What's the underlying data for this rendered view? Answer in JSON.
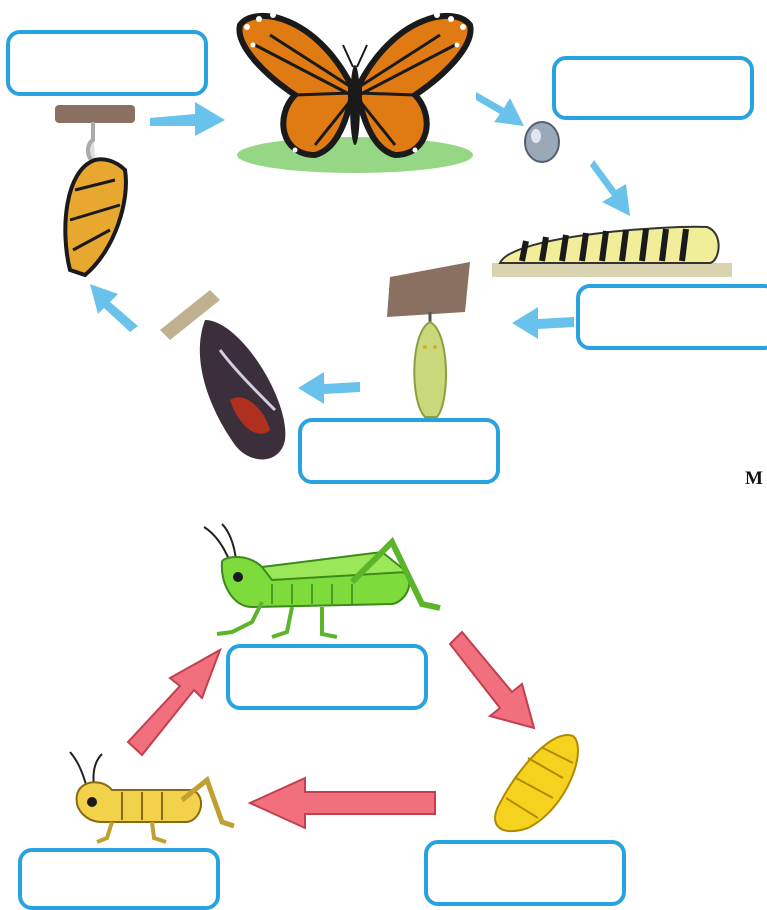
{
  "butterfly_cycle": {
    "label_boxes": [
      {
        "id": "adult",
        "value": ""
      },
      {
        "id": "egg",
        "value": ""
      },
      {
        "id": "caterpillar",
        "value": ""
      },
      {
        "id": "pupa",
        "value": ""
      }
    ],
    "arrow_color": "#4fb7e8"
  },
  "grasshopper_cycle": {
    "label_boxes": [
      {
        "id": "adult",
        "value": ""
      },
      {
        "id": "egg",
        "value": ""
      },
      {
        "id": "nymph",
        "value": ""
      }
    ],
    "arrow_color": "#f2707e"
  },
  "edge_text": "M",
  "colors": {
    "box_border": "#29a3e0",
    "butterfly_orange": "#e07a12",
    "grasshopper_green": "#7ddc3c",
    "nymph_yellow": "#f2d24a",
    "egg_yellow": "#f5d21e"
  }
}
